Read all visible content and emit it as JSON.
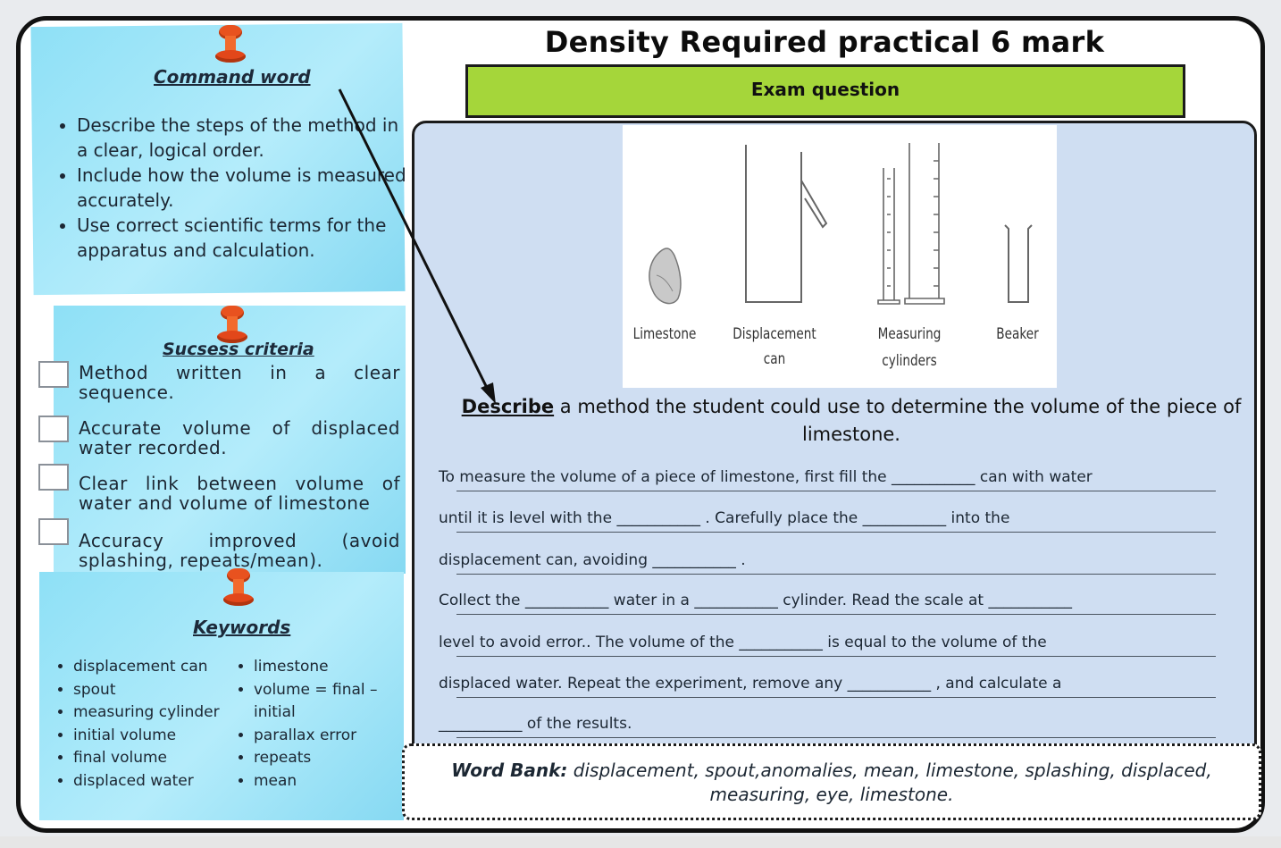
{
  "title": "Density Required practical 6 mark",
  "exam_label": "Exam question",
  "command_word": {
    "heading": "Command word",
    "items": [
      "Describe the steps of the method in a clear, logical order.",
      "Include how the volume is measured accurately.",
      "Use correct scientific terms for the apparatus and calculation."
    ]
  },
  "success_criteria": {
    "heading": "Sucsess criteria",
    "items": [
      "Method written in a clear sequence.",
      "Accurate volume of displaced water recorded.",
      "Clear link between volume of water and volume of limestone",
      "Accuracy improved (avoid splashing, repeats/mean)."
    ]
  },
  "keywords": {
    "heading": "Keywords",
    "col1": [
      "displacement can",
      "spout",
      "measuring cylinder",
      "initial volume",
      "final volume",
      "displaced water"
    ],
    "col2": [
      "limestone",
      "volume = final – initial",
      "parallax error",
      "repeats",
      "mean"
    ]
  },
  "figure_labels": {
    "limestone": "Limestone",
    "displacement_can": "Displacement can",
    "measuring_cylinders_1": "Measuring",
    "measuring_cylinders_2": "cylinders",
    "beaker": "Beaker"
  },
  "question": {
    "bold_word": "Describe",
    "rest": " a method the student could use to determine the volume of the piece of limestone."
  },
  "fill_lines": [
    "To measure the volume of a piece of limestone, first fill the ___________ can with water",
    "until it is level with the ___________ . Carefully place the ___________ into the",
    "displacement can, avoiding ___________ .",
    " Collect the ___________ water in a ___________ cylinder.  Read the scale at ___________",
    "level to avoid error.. The volume of the ___________ is equal to the volume of the",
    "displaced water. Repeat the experiment, remove any ___________ , and calculate a",
    "___________ of the results."
  ],
  "word_bank": {
    "label": "Word Bank:",
    "words": " displacement, spout,anomalies, mean, limestone, splashing, displaced, measuring, eye, limestone."
  },
  "colors": {
    "note": "#a6e6f8",
    "exam_bar": "#a5d63a",
    "question_box": "#cfdef2",
    "pin": "#e8521f"
  }
}
